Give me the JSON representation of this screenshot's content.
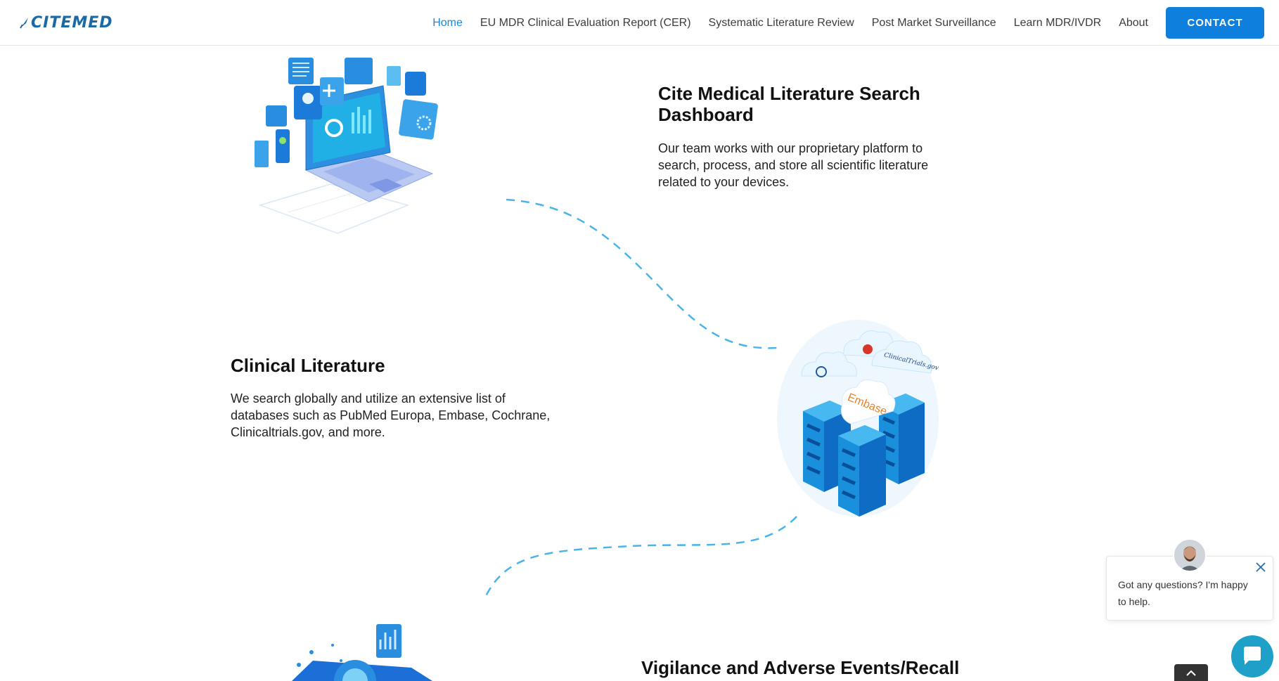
{
  "brand": {
    "name": "CITEMED",
    "color": "#1b6aa8"
  },
  "nav": {
    "items": [
      {
        "label": "Home",
        "active": true
      },
      {
        "label": "EU MDR Clinical Evaluation Report (CER)"
      },
      {
        "label": "Systematic Literature Review"
      },
      {
        "label": "Post Market Surveillance"
      },
      {
        "label": "Learn MDR/IVDR"
      },
      {
        "label": "About"
      }
    ],
    "contact_label": "CONTACT",
    "accent": "#0f7fde"
  },
  "sections": [
    {
      "title": "Cite Medical Literature Search Dashboard",
      "description": "Our team works with our proprietary platform to search, process, and store all scientific literature related to your devices.",
      "illustration": "laptop-dashboard-illustration"
    },
    {
      "title": "Clinical Literature",
      "description": "We search globally and utilize an extensive list of databases such as PubMed Europa, Embase, Cochrane, Clinicaltrials.gov, and more.",
      "illustration": "database-servers-illustration",
      "illustration_labels": [
        "Embase",
        "ClinicalTrials.gov"
      ]
    },
    {
      "title": "Vigilance and Adverse Events/Recall",
      "illustration": "vigilance-illustration"
    }
  ],
  "chat": {
    "message": "Got any questions? I'm happy to help.",
    "bubble_color": "#1fa0c9"
  }
}
